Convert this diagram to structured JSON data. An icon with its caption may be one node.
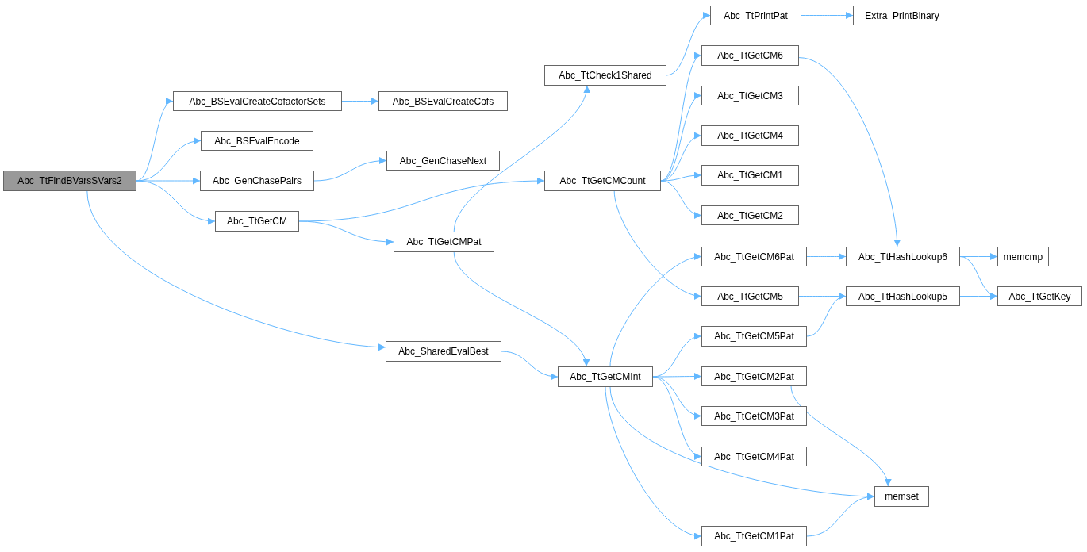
{
  "diagram": {
    "nodes": [
      {
        "text": [
          "Abc_TtFindBVarsSVars2"
        ]
      },
      {
        "text": [
          "Abc_BSEvalCreateCofactorSets"
        ]
      },
      {
        "text": [
          "Abc_BSEvalCreateCofs"
        ]
      },
      {
        "text": [
          "Abc_BSEvalEncode"
        ]
      },
      {
        "text": [
          "Abc_GenChasePairs"
        ]
      },
      {
        "text": [
          "Abc_GenChaseNext"
        ]
      },
      {
        "text": [
          "Abc_TtGetCM"
        ]
      },
      {
        "text": [
          "Abc_TtGetCMPat"
        ]
      },
      {
        "text": [
          "Abc_TtCheck1Shared"
        ]
      },
      {
        "text": [
          "Abc_TtPrintPat"
        ]
      },
      {
        "text": [
          "Extra_PrintBinary"
        ]
      },
      {
        "text": [
          "Abc_TtGetCMCount"
        ]
      },
      {
        "text": [
          "Abc_TtGetCM6"
        ]
      },
      {
        "text": [
          "Abc_TtGetCM3"
        ]
      },
      {
        "text": [
          "Abc_TtGetCM4"
        ]
      },
      {
        "text": [
          "Abc_TtGetCM1"
        ]
      },
      {
        "text": [
          "Abc_TtGetCM2"
        ]
      },
      {
        "text": [
          "Abc_SharedEvalBest"
        ]
      },
      {
        "text": [
          "Abc_TtGetCMInt"
        ]
      },
      {
        "text": [
          "Abc_TtGetCM6Pat"
        ]
      },
      {
        "text": [
          "Abc_TtGetCM5"
        ]
      },
      {
        "text": [
          "Abc_TtGetCM5Pat"
        ]
      },
      {
        "text": [
          "Abc_TtGetCM2Pat"
        ]
      },
      {
        "text": [
          "Abc_TtGetCM3Pat"
        ]
      },
      {
        "text": [
          "Abc_TtGetCM4Pat"
        ]
      },
      {
        "text": [
          "Abc_TtGetCM1Pat"
        ]
      },
      {
        "text": [
          "Abc_TtHashLookup6"
        ]
      },
      {
        "text": [
          "Abc_TtHashLookup5"
        ]
      },
      {
        "text": [
          "memcmp"
        ]
      },
      {
        "text": [
          "Abc_TtGetKey"
        ]
      },
      {
        "text": [
          "memset"
        ]
      }
    ],
    "edges": [
      {
        "from": 0,
        "to": 1,
        "arrow": "to"
      },
      {
        "from": 0,
        "to": 3,
        "arrow": "to"
      },
      {
        "from": 0,
        "to": 4,
        "arrow": "to"
      },
      {
        "from": 0,
        "to": 6,
        "arrow": "to"
      },
      {
        "from": 0,
        "to": 17,
        "arrow": "to"
      },
      {
        "from": 1,
        "to": 2,
        "arrow": "to"
      },
      {
        "from": 4,
        "to": 5,
        "arrow": "to"
      },
      {
        "from": 6,
        "to": 11,
        "arrow": "to"
      },
      {
        "from": 6,
        "to": 7,
        "arrow": "to"
      },
      {
        "from": 7,
        "to": 8,
        "arrow": "to"
      },
      {
        "from": 7,
        "to": 18,
        "arrow": "to"
      },
      {
        "from": 8,
        "to": 9,
        "arrow": "to"
      },
      {
        "from": 9,
        "to": 10,
        "arrow": "to"
      },
      {
        "from": 11,
        "to": 12,
        "arrow": "to"
      },
      {
        "from": 11,
        "to": 13,
        "arrow": "to"
      },
      {
        "from": 11,
        "to": 14,
        "arrow": "to"
      },
      {
        "from": 11,
        "to": 15,
        "arrow": "to"
      },
      {
        "from": 11,
        "to": 16,
        "arrow": "to"
      },
      {
        "from": 11,
        "to": 20,
        "arrow": "to"
      },
      {
        "from": 12,
        "to": 26,
        "arrow": "to"
      },
      {
        "from": 17,
        "to": 18,
        "arrow": "to"
      },
      {
        "from": 18,
        "to": 19,
        "arrow": "to"
      },
      {
        "from": 18,
        "to": 21,
        "arrow": "to"
      },
      {
        "from": 18,
        "to": 22,
        "arrow": "to"
      },
      {
        "from": 18,
        "to": 23,
        "arrow": "to"
      },
      {
        "from": 18,
        "to": 24,
        "arrow": "to"
      },
      {
        "from": 18,
        "to": 25,
        "arrow": "to"
      },
      {
        "from": 18,
        "to": 30,
        "arrow": "to"
      },
      {
        "from": 19,
        "to": 26,
        "arrow": "to"
      },
      {
        "from": 20,
        "to": 27,
        "arrow": "to"
      },
      {
        "from": 21,
        "to": 27,
        "arrow": "to"
      },
      {
        "from": 22,
        "to": 30,
        "arrow": "to"
      },
      {
        "from": 25,
        "to": 30,
        "arrow": "to"
      },
      {
        "from": 26,
        "to": 28,
        "arrow": "to"
      },
      {
        "from": 26,
        "to": 29,
        "arrow": "to"
      },
      {
        "from": 27,
        "to": 29,
        "arrow": "to"
      }
    ]
  }
}
